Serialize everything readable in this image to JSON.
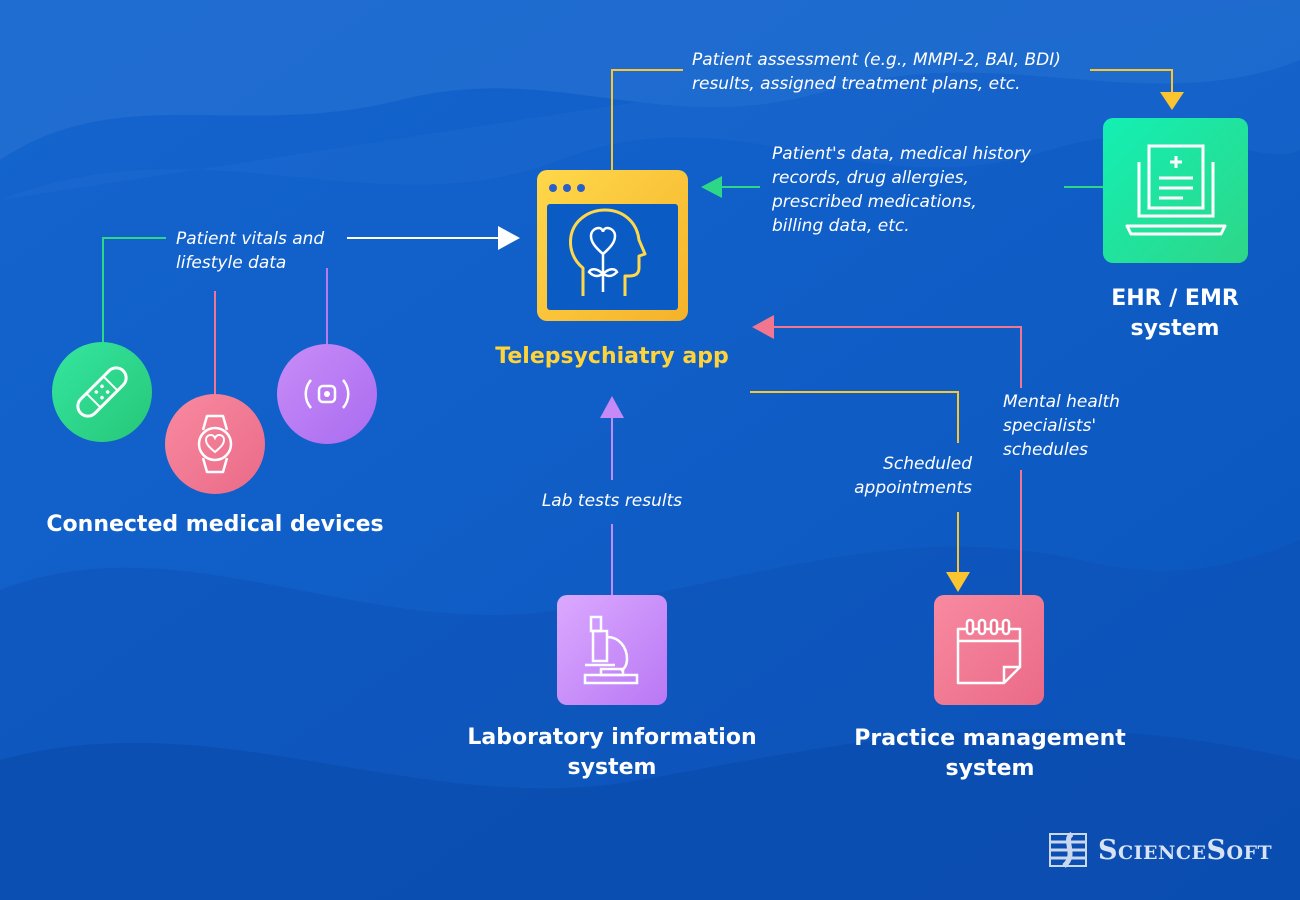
{
  "colors": {
    "background": "#0b5bc4",
    "app_yellow": "#fbc531",
    "ehr_green": "#1fd99a",
    "lab_purple": "#c58af6",
    "pms_pink": "#f2768f",
    "devices_green": "#2ed687",
    "devices_pink": "#f2768f",
    "devices_purple": "#b77af3",
    "title_yellow": "#ffd43b",
    "text": "#ffffff"
  },
  "nodes": {
    "app": {
      "label": "Telepsychiatry app",
      "icon": "browser-window-head-flower-icon"
    },
    "ehr": {
      "label": "EHR / EMR\nsystem",
      "icon": "medical-record-laptop-icon"
    },
    "devices": {
      "label": "Connected medical devices",
      "icons": [
        "bandage-patch-icon",
        "smartwatch-heart-icon",
        "sensor-signal-icon"
      ]
    },
    "lab": {
      "label": "Laboratory information\nsystem",
      "icon": "microscope-icon"
    },
    "pms": {
      "label": "Practice management\nsystem",
      "icon": "calendar-icon"
    }
  },
  "flows": {
    "assessment": "Patient assessment (e.g., MMPI-2, BAI, BDI)\nresults, assigned treatment plans, etc.",
    "patient_data": "Patient's data, medical history\nrecords, drug allergies,\nprescribed medications,\nbilling data, etc.",
    "vitals": "Patient vitals and\nlifestyle data",
    "lab_results": "Lab tests results",
    "appointments": "Scheduled\nappointments",
    "schedules": "Mental health\nspecialists'\nschedules"
  },
  "brand": {
    "name": "ScienceSoft"
  }
}
